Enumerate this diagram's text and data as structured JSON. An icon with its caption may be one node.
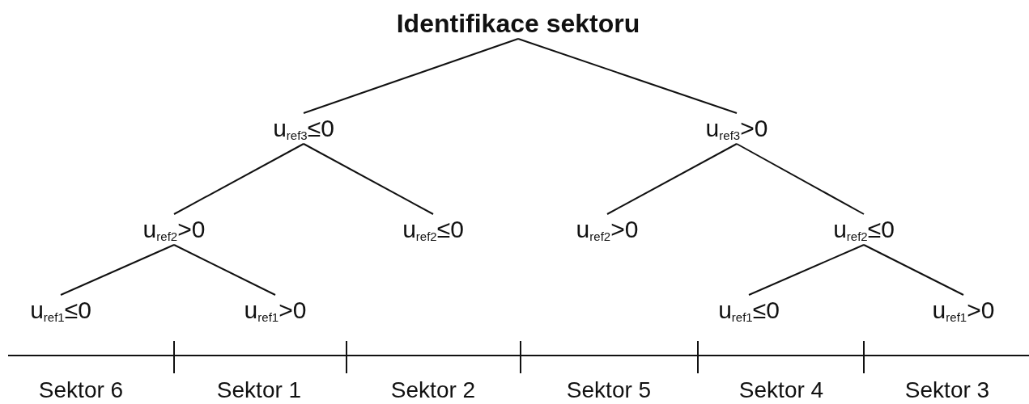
{
  "diagram": {
    "nodes": [
      {
        "text": [
          "Identifikace sektoru"
        ]
      },
      {
        "text": [
          "u$_{ref3}$≤0"
        ]
      },
      {
        "text": [
          "u$_{ref3}$>0"
        ]
      },
      {
        "text": [
          "u$_{ref2}$>0"
        ]
      },
      {
        "text": [
          "u$_{ref2}$≤0"
        ]
      },
      {
        "text": [
          "u$_{ref2}$>0"
        ]
      },
      {
        "text": [
          "u$_{ref2}$≤0"
        ]
      },
      {
        "text": [
          "u$_{ref1}$≤0"
        ]
      },
      {
        "text": [
          "u$_{ref1}$>0"
        ]
      },
      {
        "text": [
          "u$_{ref1}$≤0"
        ]
      },
      {
        "text": [
          "u$_{ref1}$>0"
        ]
      }
    ],
    "edges": [
      {
        "from": 0,
        "to": 1,
        "arrow": "none"
      },
      {
        "from": 0,
        "to": 2,
        "arrow": "none"
      },
      {
        "from": 1,
        "to": 3,
        "arrow": "none"
      },
      {
        "from": 1,
        "to": 4,
        "arrow": "none"
      },
      {
        "from": 2,
        "to": 5,
        "arrow": "none"
      },
      {
        "from": 2,
        "to": 6,
        "arrow": "none"
      },
      {
        "from": 3,
        "to": 7,
        "arrow": "none"
      },
      {
        "from": 3,
        "to": 8,
        "arrow": "none"
      },
      {
        "from": 6,
        "to": 9,
        "arrow": "none"
      },
      {
        "from": 6,
        "to": 10,
        "arrow": "none"
      }
    ],
    "labels": [
      "Sektor 6",
      "Sektor 1",
      "Sektor 2",
      "Sektor 5",
      "Sektor 4",
      "Sektor 3"
    ]
  }
}
